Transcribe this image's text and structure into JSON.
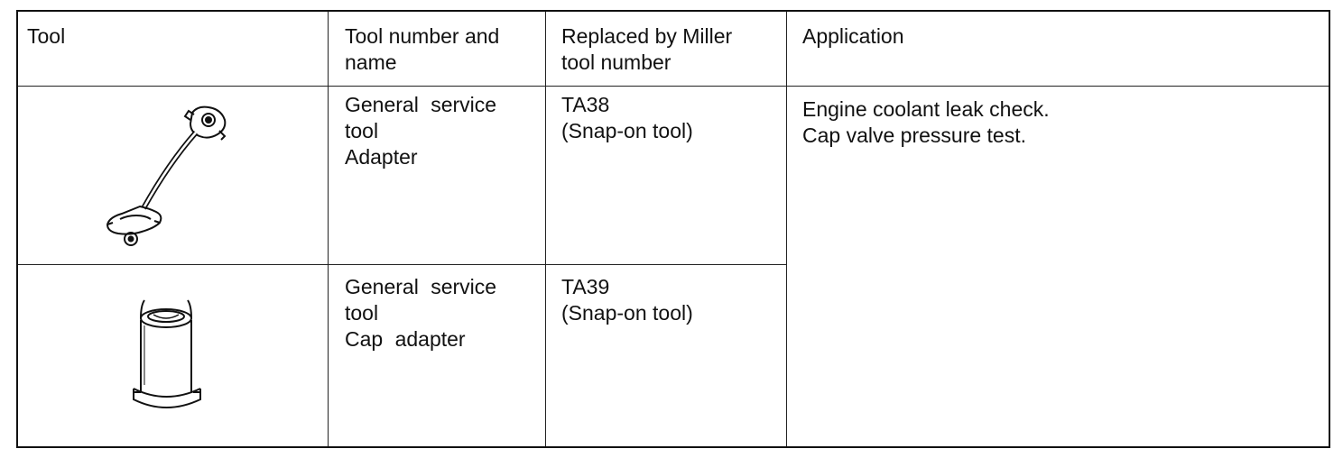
{
  "header": {
    "tool": "Tool",
    "tool_number": [
      "Tool number and",
      "name"
    ],
    "replaced_by": [
      "Replaced by Miller",
      "tool number"
    ],
    "application": "Application"
  },
  "rows": [
    {
      "tool_icon": "hose-adapter-icon",
      "name_lines": [
        "General service",
        "tool",
        "Adapter"
      ],
      "replacement_lines": [
        "TA38",
        "(Snap-on tool)"
      ]
    },
    {
      "tool_icon": "cap-adapter-icon",
      "name_lines": [
        "General service",
        "tool",
        "Cap adapter"
      ],
      "replacement_lines": [
        "TA39",
        "(Snap-on tool)"
      ]
    }
  ],
  "application_lines": [
    "Engine coolant leak check.",
    "Cap valve pressure test."
  ]
}
